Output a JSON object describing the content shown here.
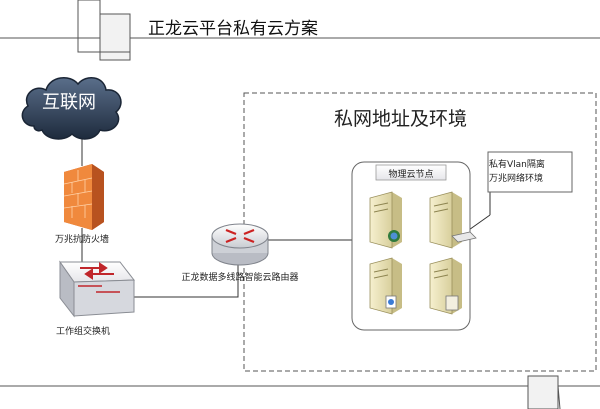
{
  "diagram": {
    "title": "正龙云平台私有云方案",
    "zone_title": "私网地址及环境",
    "nodes": {
      "internet": "互联网",
      "firewall": "万兆抗防火墙",
      "switch": "工作组交换机",
      "router": "正龙数据多线路智能云路由器",
      "cloud_node": "物理云节点"
    },
    "callout": {
      "line1": "私有Vlan隔离",
      "line2": "万兆网络环境"
    },
    "edges": [
      [
        "internet",
        "firewall"
      ],
      [
        "firewall",
        "switch"
      ],
      [
        "switch",
        "router"
      ],
      [
        "router",
        "cloud_node"
      ]
    ]
  },
  "colors": {
    "cloud": "#2a3c55",
    "firewall": "#e07a30",
    "router": "#3a7bd5",
    "arrow_red": "#cc2222",
    "server_body": "#efe7bf"
  }
}
